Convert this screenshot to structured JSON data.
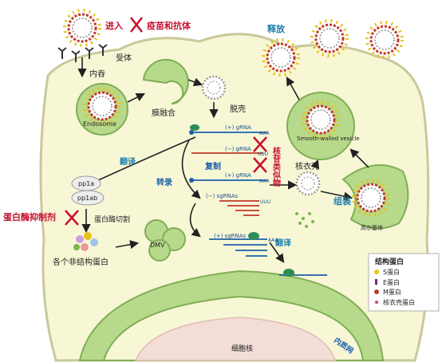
{
  "labels": {
    "entry": "进入",
    "vaccines_antibodies": "疫苗和抗体",
    "receptor": "受体",
    "endocytosis": "内吞",
    "endosome": "Endosome",
    "membrane_fusion": "膜融合",
    "uncoating": "脱壳",
    "release": "释放",
    "smooth_vesicle": "Smooth-walled vesicle",
    "nucleoside_analogs": "核苷类似物",
    "replication": "复制",
    "nucleocapsid": "核衣壳",
    "translation_1": "翻译",
    "transcription": "转录",
    "translation_2": "翻译",
    "assembly": "组装",
    "golgi": "高尔基体",
    "pp1a": "pp1a",
    "pp1ab": "pp1ab",
    "protease_inhibitor": "蛋白酶抑制剂",
    "protease_cleavage": "蛋白酶切割",
    "nsp": "各个非结构蛋白",
    "dmv": "DMV",
    "nucleus": "细胞核",
    "er": "内质网",
    "plus_grna": "(+) gRNA",
    "minus_grna": "(−) gRNA",
    "plus_grna_2": "(+) gRNA",
    "minus_sgrnas": "(−) sgRNAs",
    "plus_sgrnas": "(+) sgRNAs",
    "aaa": "AAA",
    "uuu": "UUU"
  },
  "legend": {
    "title": "结构蛋白",
    "items": [
      {
        "label": "S蛋白",
        "color": "#e8c21a"
      },
      {
        "label": "E蛋白",
        "color": "#6a2c8a"
      },
      {
        "label": "M蛋白",
        "color": "#c0392b"
      },
      {
        "label": "核衣壳蛋白",
        "color": "#d04080"
      }
    ]
  },
  "colors": {
    "cell_fill": "#f7f7d6",
    "cell_border": "#c9c99a",
    "organelle_fill": "#b7d98b",
    "organelle_border": "#7fae55",
    "inhibit_red": "#c8102e",
    "label_blue": "#1b5fa8"
  }
}
